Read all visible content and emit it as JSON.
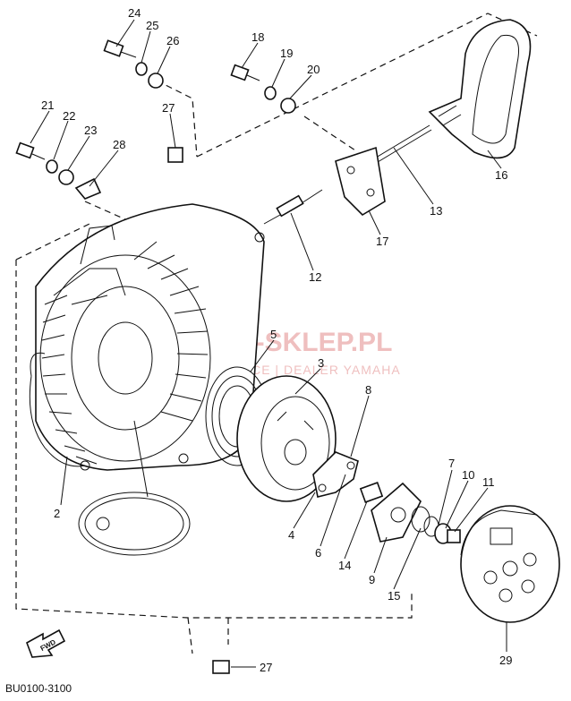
{
  "diagram": {
    "drawing_code": "BU0100-3100",
    "fwd_label": "FWD",
    "watermark": {
      "title": "YAMA-SKLEP.PL",
      "subtitle": "WOJC   OWICE | DEALER YAMAHA"
    },
    "callouts": [
      "24",
      "25",
      "26",
      "18",
      "19",
      "20",
      "21",
      "22",
      "23",
      "27",
      "28",
      "16",
      "13",
      "17",
      "12",
      "5",
      "3",
      "8",
      "2",
      "4",
      "6",
      "14",
      "9",
      "15",
      "7",
      "10",
      "11",
      "29",
      "27"
    ]
  }
}
